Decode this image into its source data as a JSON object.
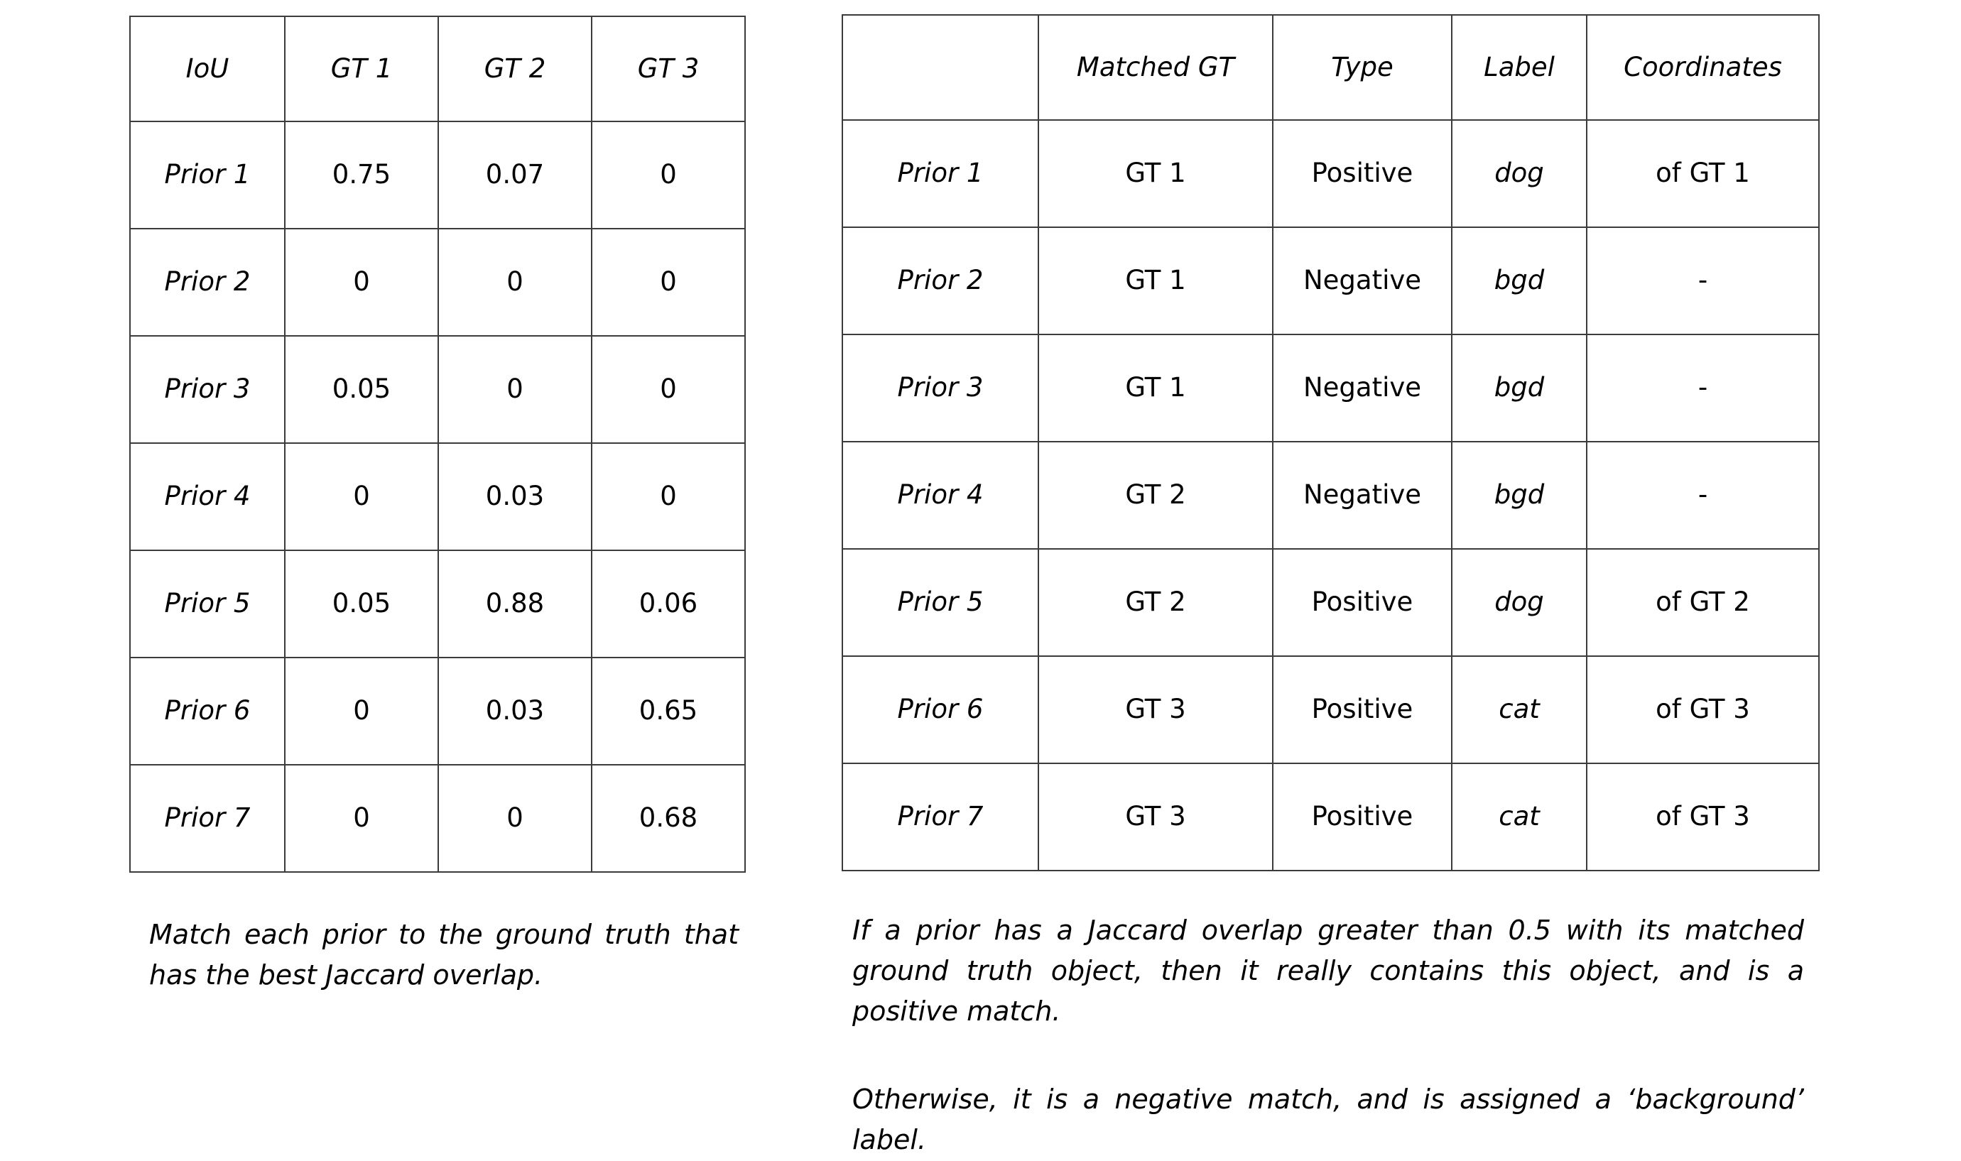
{
  "iou_table": {
    "headers": [
      "IoU",
      "GT 1",
      "GT 2",
      "GT 3"
    ],
    "rows": [
      {
        "label": "Prior 1",
        "values": [
          "0.75",
          "0.07",
          "0"
        ],
        "highlight": [
          true,
          false,
          false
        ]
      },
      {
        "label": "Prior 2",
        "values": [
          "0",
          "0",
          "0"
        ],
        "highlight": [
          true,
          false,
          false
        ]
      },
      {
        "label": "Prior 3",
        "values": [
          "0.05",
          "0",
          "0"
        ],
        "highlight": [
          true,
          false,
          false
        ]
      },
      {
        "label": "Prior 4",
        "values": [
          "0",
          "0.03",
          "0"
        ],
        "highlight": [
          false,
          true,
          false
        ]
      },
      {
        "label": "Prior 5",
        "values": [
          "0.05",
          "0.88",
          "0.06"
        ],
        "highlight": [
          false,
          true,
          false
        ]
      },
      {
        "label": "Prior 6",
        "values": [
          "0",
          "0.03",
          "0.65"
        ],
        "highlight": [
          false,
          false,
          true
        ]
      },
      {
        "label": "Prior 7",
        "values": [
          "0",
          "0",
          "0.68"
        ],
        "highlight": [
          false,
          false,
          true
        ]
      }
    ]
  },
  "match_table": {
    "headers": [
      "",
      "Matched GT",
      "Type",
      "Label",
      "Coordinates"
    ],
    "rows": [
      {
        "label": "Prior 1",
        "matched_gt": "GT 1",
        "type": "Positive",
        "class_label": "dog",
        "coordinates": "of GT 1"
      },
      {
        "label": "Prior 2",
        "matched_gt": "GT 1",
        "type": "Negative",
        "class_label": "bgd",
        "coordinates": "-"
      },
      {
        "label": "Prior 3",
        "matched_gt": "GT 1",
        "type": "Negative",
        "class_label": "bgd",
        "coordinates": "-"
      },
      {
        "label": "Prior 4",
        "matched_gt": "GT 2",
        "type": "Negative",
        "class_label": "bgd",
        "coordinates": "-"
      },
      {
        "label": "Prior 5",
        "matched_gt": "GT 2",
        "type": "Positive",
        "class_label": "dog",
        "coordinates": "of GT 2"
      },
      {
        "label": "Prior 6",
        "matched_gt": "GT 3",
        "type": "Positive",
        "class_label": "cat",
        "coordinates": "of GT 3"
      },
      {
        "label": "Prior 7",
        "matched_gt": "GT 3",
        "type": "Positive",
        "class_label": "cat",
        "coordinates": "of GT 3"
      }
    ]
  },
  "captions": {
    "left": "Match each prior to the ground truth that has the best Jaccard overlap.",
    "right_1": "If a prior has a Jaccard overlap greater than 0.5 with its matched ground truth object, then it really contains this object, and is a positive match.",
    "right_2": "Otherwise, it is a negative match, and is assigned a ‘background’ label."
  },
  "colors": {
    "highlight": "#7fdcf7",
    "header_fill": "#efefef",
    "border": "#3b3b3b",
    "text": "#000000",
    "background": "#ffffff"
  }
}
